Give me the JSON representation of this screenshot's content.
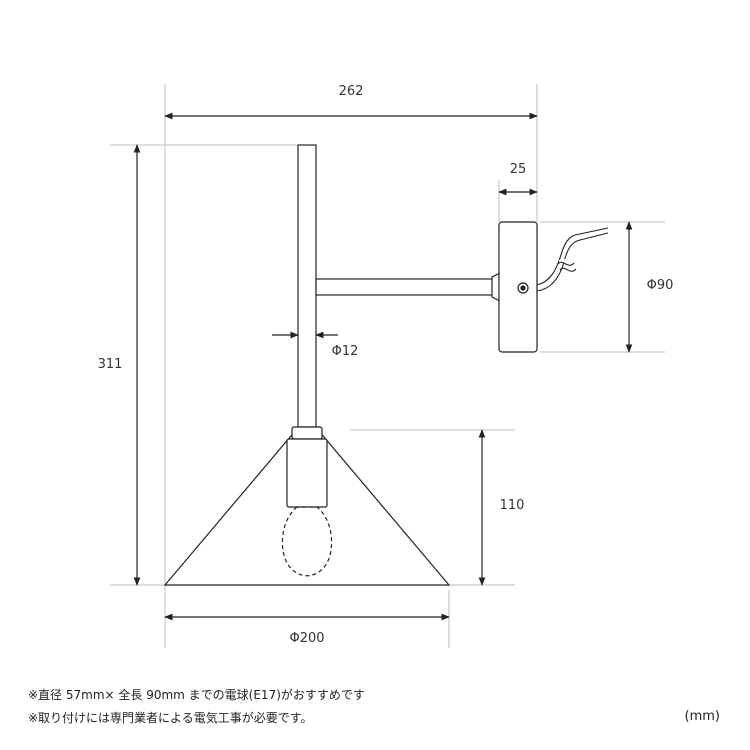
{
  "dimensions": {
    "width_total": "262",
    "bracket_depth": "25",
    "height_total": "311",
    "pipe_diameter": "Φ12",
    "base_diameter": "Φ90",
    "shade_height": "110",
    "shade_diameter": "Φ200"
  },
  "notes": [
    "※直径 57mm× 全長 90mm までの電球(E17)がおすすめです",
    "※取り付けには専門業者による電気工事が必要です。"
  ],
  "unit": "(mm)"
}
